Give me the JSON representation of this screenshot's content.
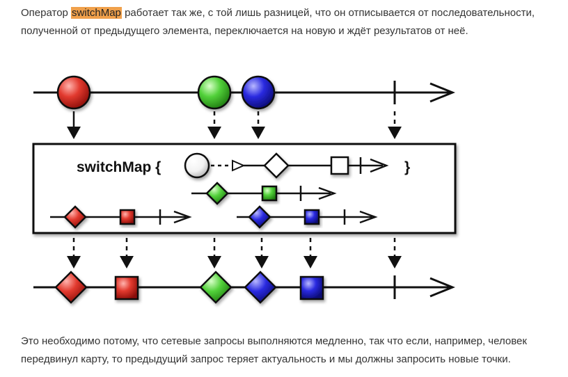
{
  "intro": {
    "before": "Оператор ",
    "highlight": "switchMap",
    "after": " работает так же, с той лишь разницей, что он отписывается от последовательности, полученной от предыдущего элемента, переключается на новую и ждёт результатов от неё."
  },
  "diagram": {
    "operator_label": "switchMap {",
    "closing_brace": "}",
    "colors": {
      "red": "#e23a2f",
      "green": "#52d13a",
      "blue": "#2a2ae0",
      "line": "#111111"
    },
    "input_items": [
      "red-circle",
      "green-circle",
      "blue-circle"
    ],
    "output_items": [
      "red-diamond",
      "red-square",
      "green-diamond",
      "blue-diamond",
      "blue-square"
    ]
  },
  "outro": {
    "text": "Это необходимо потому, что сетевые запросы выполняются медленно, так что если, например, человек передвинул карту, то предыдущий запрос теряет актуальность и мы должны запросить новые точки."
  }
}
